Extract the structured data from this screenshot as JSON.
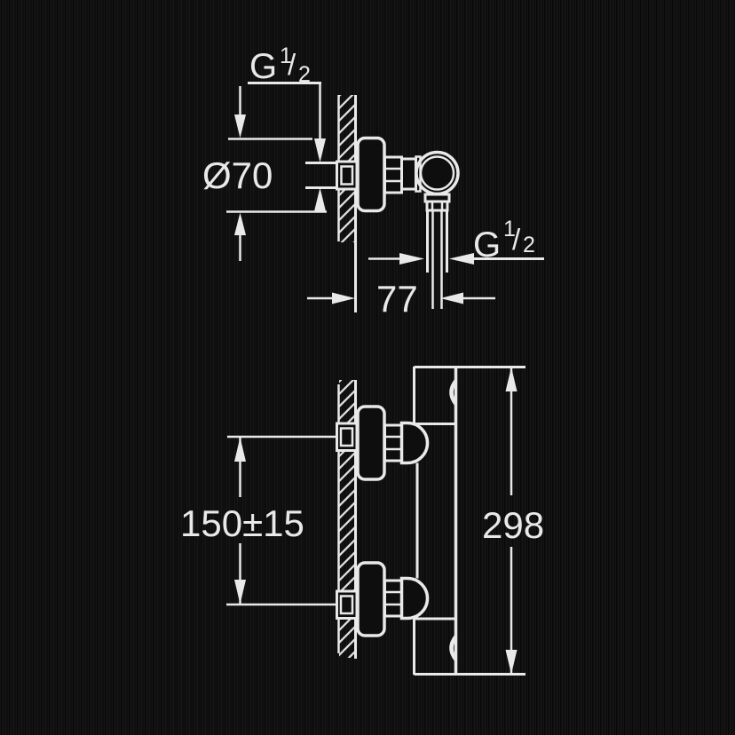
{
  "drawing": {
    "colors": {
      "background": "#0e0e0e",
      "line": "#e9e9e9"
    },
    "top_view": {
      "wall_thread": {
        "prefix": "G",
        "numerator": "1",
        "slash": "/",
        "denominator": "2"
      },
      "escutcheon_diameter_label": "Ø70",
      "outlet_thread": {
        "prefix": "G",
        "numerator": "1",
        "slash": "/",
        "denominator": "2"
      },
      "wall_to_outlet_distance_label": "77"
    },
    "front_view": {
      "connection_spacing_label": "150±15",
      "total_height_label": "298"
    }
  }
}
